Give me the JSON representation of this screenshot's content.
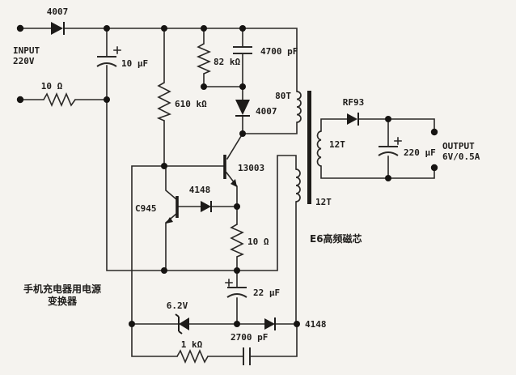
{
  "page": {
    "background": "#f5f3ef",
    "ink": "#2b2927"
  },
  "schematic": {
    "caption": {
      "line1": "手机充电器用电源",
      "line2": "变换器"
    },
    "input": {
      "line1": "INPUT",
      "line2": "220V"
    },
    "output": {
      "line1": "OUTPUT",
      "line2": "6V/0.5A"
    },
    "transformer": {
      "primary": "80T",
      "secondary": "12T",
      "feedback": "12T",
      "core": "E6高频磁芯"
    },
    "components": {
      "d1": "4007",
      "r1": "10 Ω",
      "c1": "10 µF",
      "r2": "610 kΩ",
      "r3": "82 kΩ",
      "c2": "4700 pF",
      "d2": "4007",
      "q1": "13003",
      "q2": "C945",
      "d3": "4148",
      "r4": "10 Ω",
      "c3": "22 µF",
      "zd1": "6.2V",
      "r5": "1 kΩ",
      "c4": "2700 pF",
      "d4": "4148",
      "d5": "RF93",
      "c5": "220 µF"
    }
  }
}
